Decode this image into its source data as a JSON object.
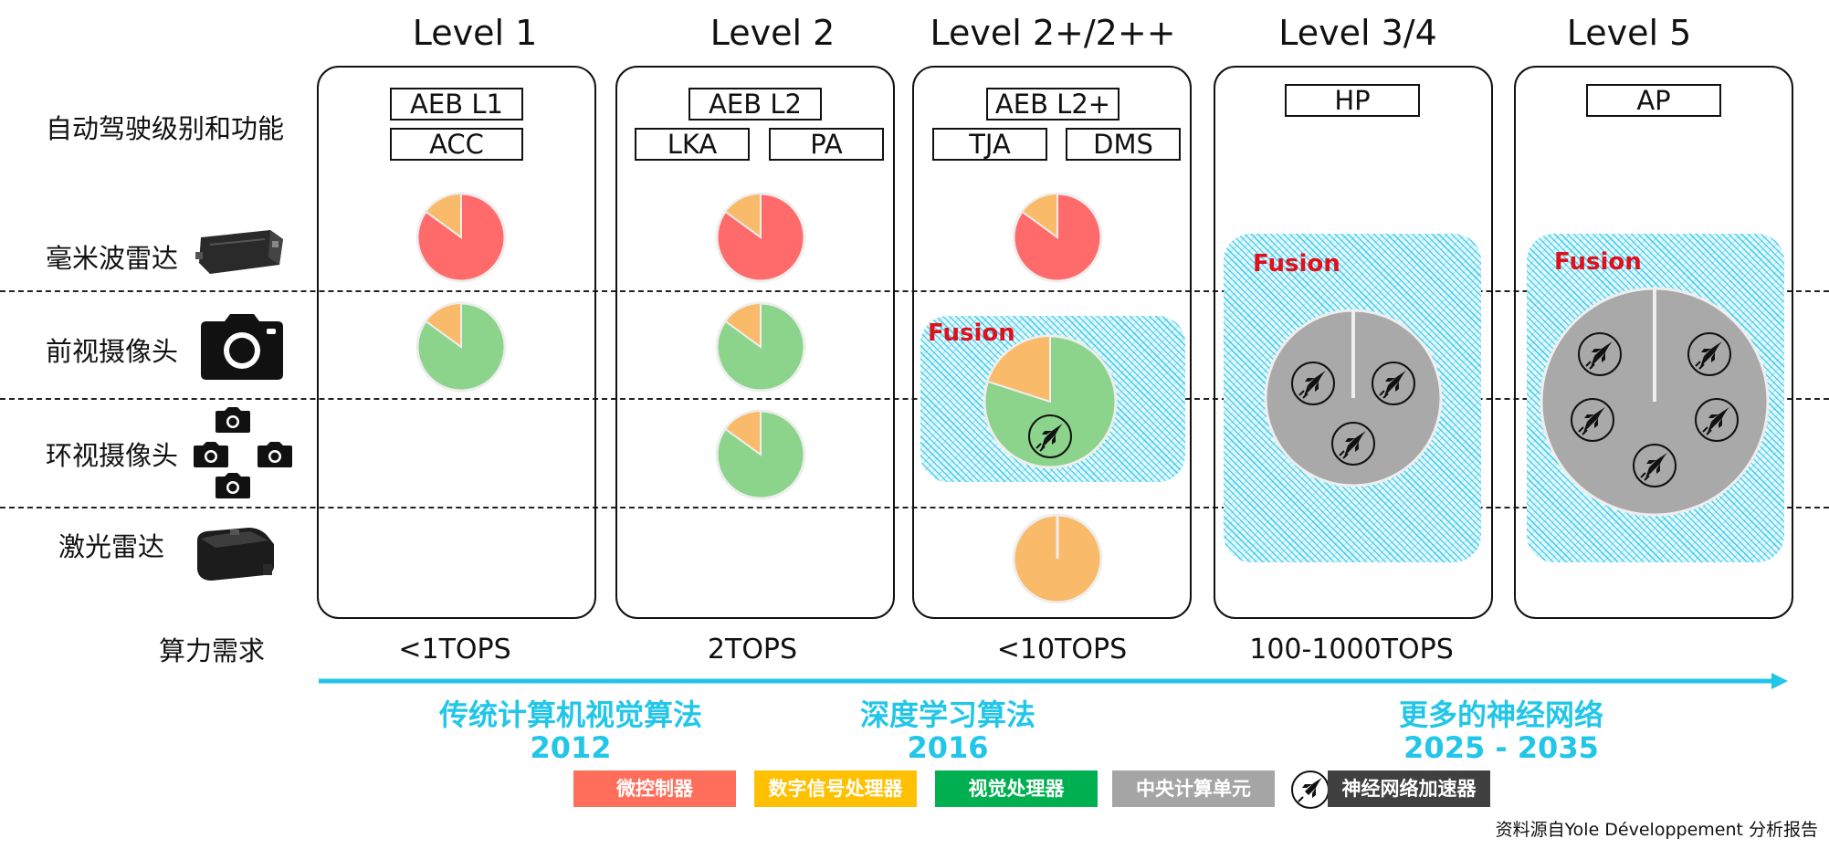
{
  "levels": [
    {
      "title": "Level 1",
      "features_top": [
        "AEB L1"
      ],
      "features_bottom": [
        "ACC"
      ],
      "tops": "<1TOPS"
    },
    {
      "title": "Level 2",
      "features_top": [
        "AEB L2"
      ],
      "features_bottom": [
        "LKA",
        "PA"
      ],
      "tops": "2TOPS"
    },
    {
      "title": "Level 2+/2++",
      "features_top": [
        "AEB L2+"
      ],
      "features_bottom": [
        "TJA",
        "DMS"
      ],
      "tops": "<10TOPS"
    },
    {
      "title": "Level 3/4",
      "features_top": [
        "HP"
      ],
      "features_bottom": [],
      "tops": "100-1000TOPS"
    },
    {
      "title": "Level 5",
      "features_top": [
        "AP"
      ],
      "features_bottom": [],
      "tops": ""
    }
  ],
  "rows": {
    "functions": "自动驾驶级别和功能",
    "radar": "毫米波雷达",
    "front_camera": "前视摄像头",
    "surround_camera": "环视摄像头",
    "lidar": "激光雷达",
    "compute": "算力需求"
  },
  "fusion_label": "Fusion",
  "eras": [
    {
      "name": "传统计算机视觉算法",
      "year": "2012"
    },
    {
      "name": "深度学习算法",
      "year": "2016"
    },
    {
      "name": "更多的神经网络",
      "year": "2025 - 2035"
    }
  ],
  "legend": [
    {
      "label": "微控制器",
      "color": "#ff6e5a"
    },
    {
      "label": "数字信号处理器",
      "color": "#ffc000"
    },
    {
      "label": "视觉处理器",
      "color": "#00b050"
    },
    {
      "label": "中央计算单元",
      "color": "#a5a5a5"
    },
    {
      "label": "神经网络加速器",
      "color": "#404040"
    }
  ],
  "colors": {
    "mcu_slice": "#ff6b6b",
    "dsp_slice": "#f9bb6a",
    "vision_slice": "#8cd38b",
    "cpu_circle": "#a9a9a9",
    "accent": "#21c6e8",
    "fusion_text": "#e0101c"
  },
  "source": "资料源自Yole Développement 分析报告"
}
